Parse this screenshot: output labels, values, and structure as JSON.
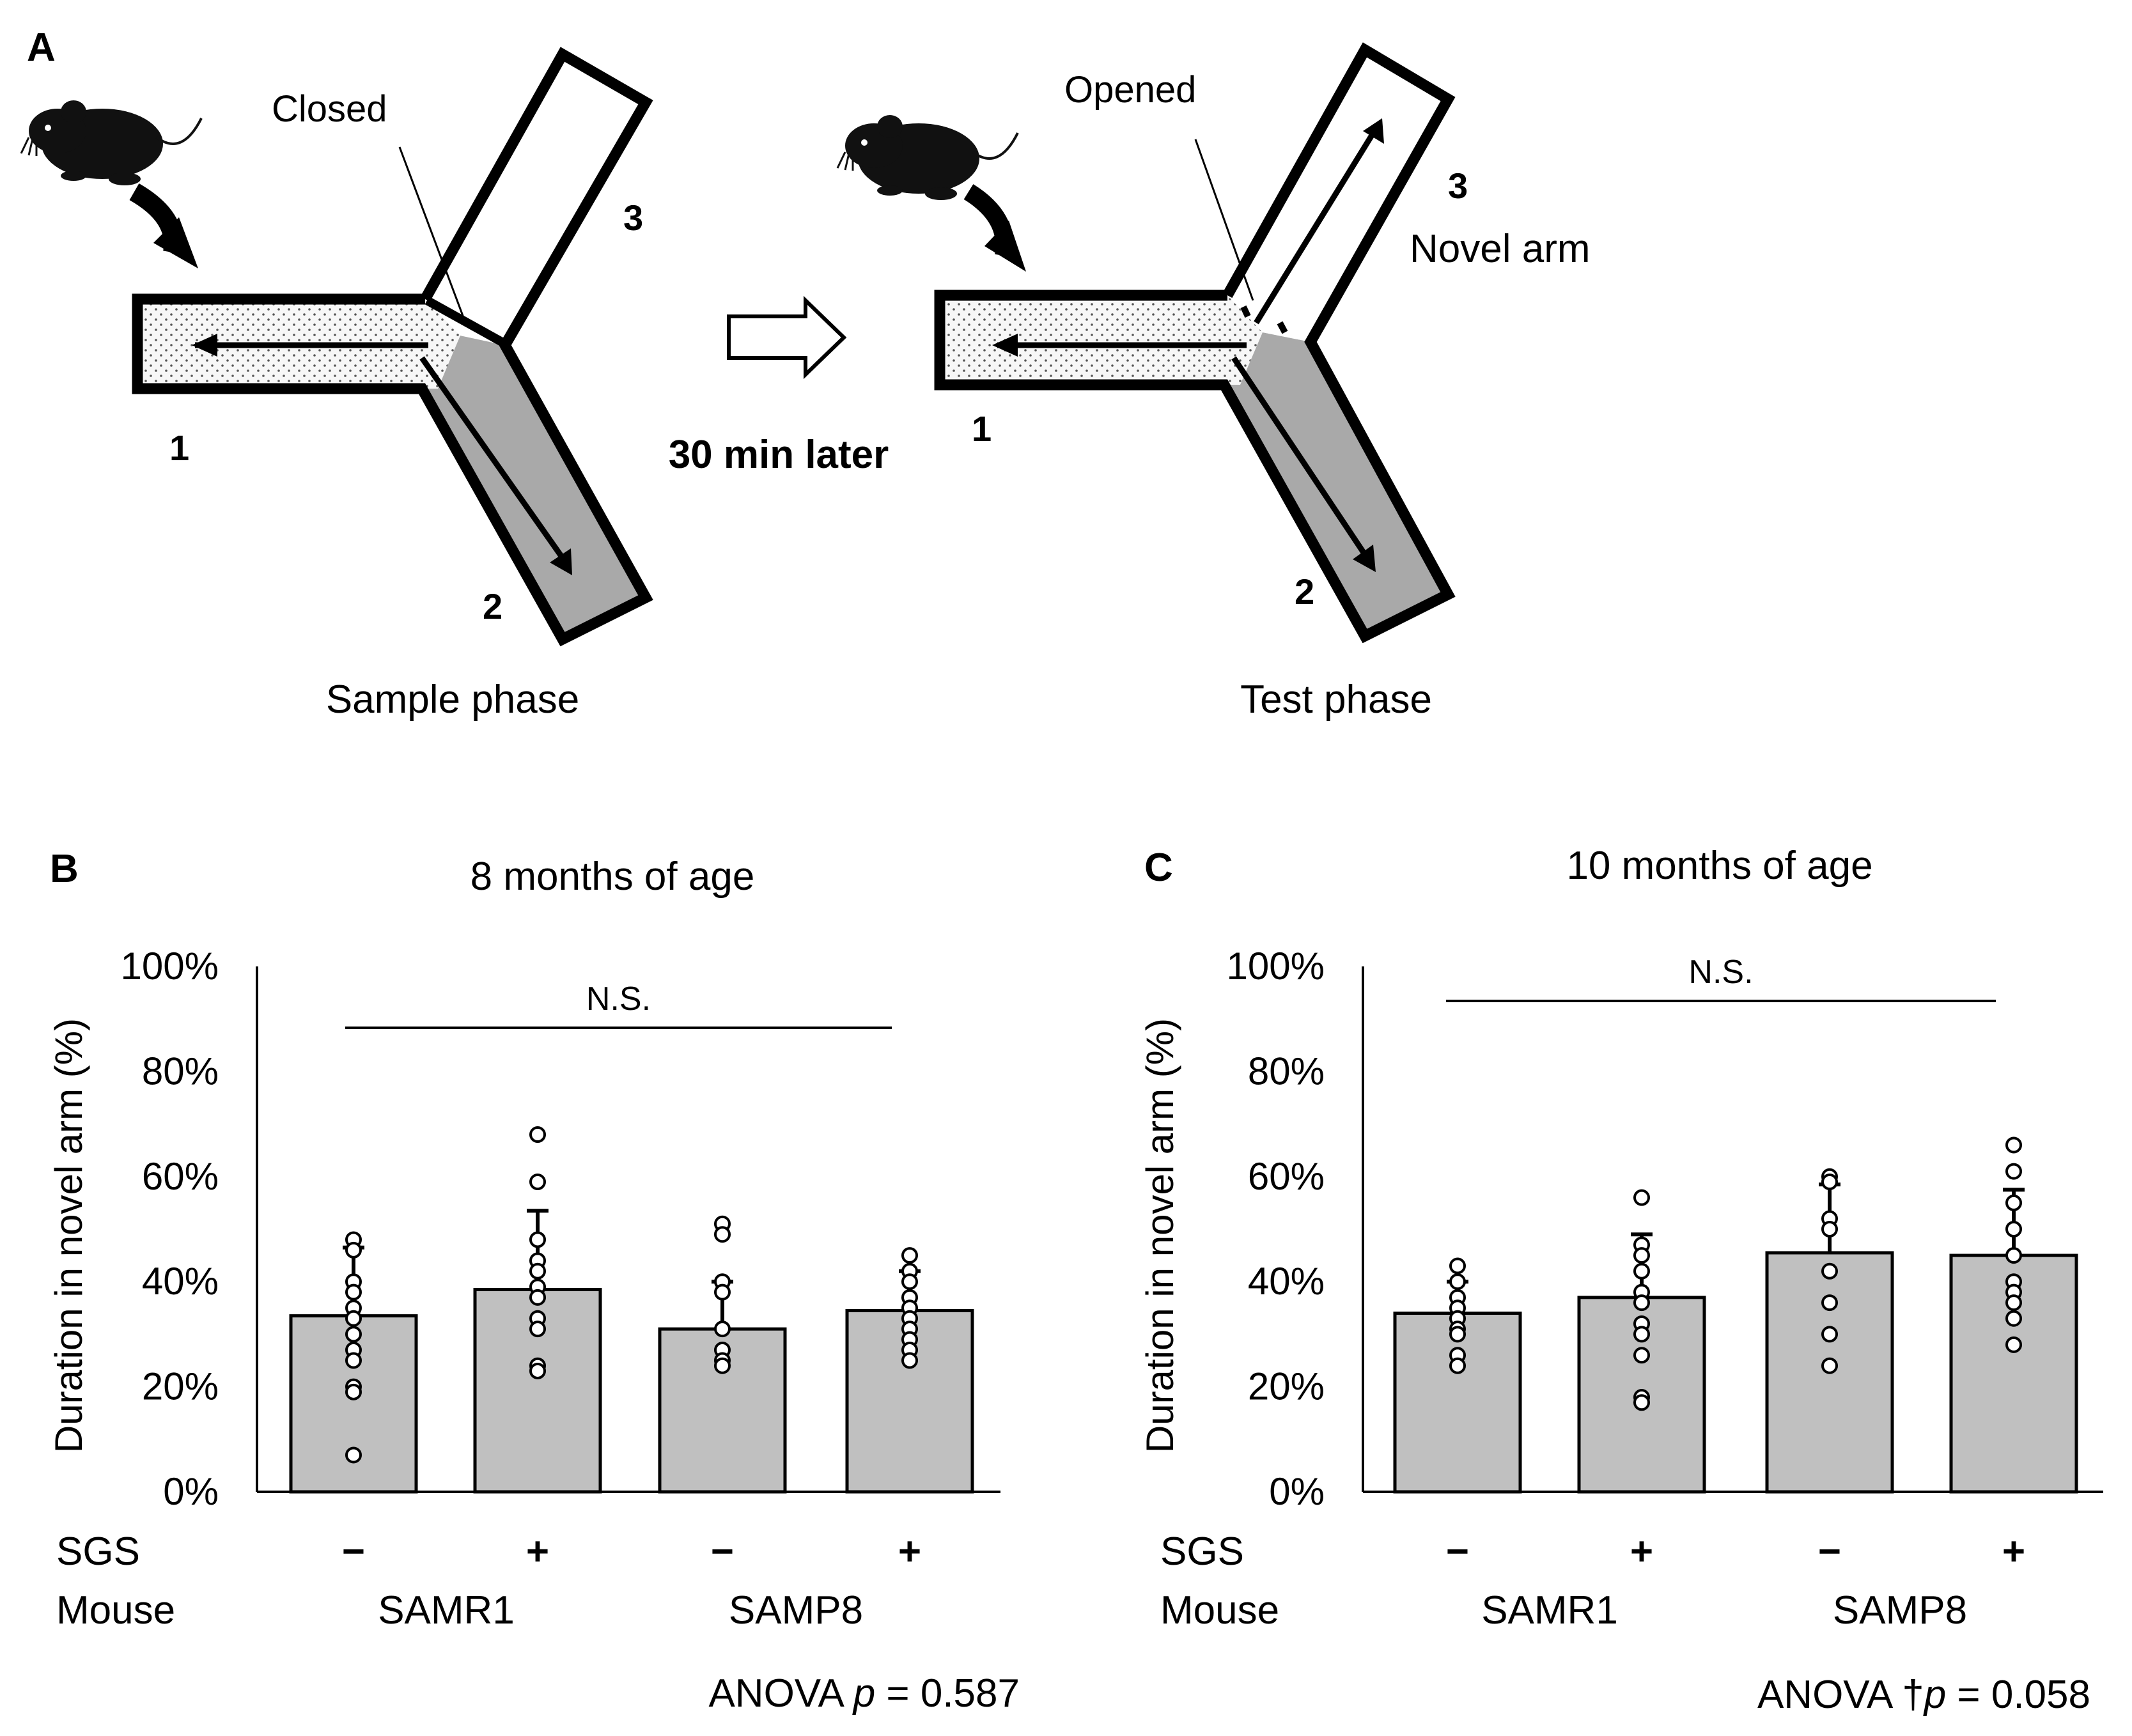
{
  "panel_a": {
    "label": "A",
    "closed_label": "Closed",
    "opened_label": "Opened",
    "delay_label": "30 min later",
    "novel_arm_label": "Novel arm",
    "sample_phase_label": "Sample phase",
    "test_phase_label": "Test phase",
    "arm_numbers": [
      "1",
      "2",
      "3"
    ],
    "colors": {
      "start_arm_fill": "#f4f4f4",
      "other_arm_fill": "#a9a9a9",
      "novel_arm_fill": "#ffffff"
    }
  },
  "panel_b": {
    "label": "B"
  },
  "panel_c": {
    "label": "C"
  },
  "chart_data": [
    {
      "type": "bar",
      "title": "8 months of age",
      "ylabel": "Duration in novel arm (%)",
      "ylim": [
        0,
        100
      ],
      "yticks": [
        "0%",
        "20%",
        "40%",
        "60%",
        "80%",
        "100%"
      ],
      "sgs_row_label": "SGS",
      "mouse_row_label": "Mouse",
      "categories": [
        "−",
        "+",
        "−",
        "+"
      ],
      "groups": [
        "SAMR1",
        "SAMP8"
      ],
      "values": [
        33.5,
        38.5,
        31,
        34.5
      ],
      "errors": [
        13,
        15,
        9,
        7.5
      ],
      "points": [
        [
          48,
          46,
          40,
          38,
          35,
          33,
          30,
          27,
          25,
          20,
          19,
          7
        ],
        [
          68,
          59,
          48,
          44,
          42,
          39,
          37,
          33,
          31,
          24,
          23
        ],
        [
          51,
          49,
          40,
          38,
          31,
          27,
          25,
          24
        ],
        [
          45,
          42,
          40,
          37,
          35,
          33,
          31,
          29,
          27,
          25
        ]
      ],
      "bracket_label": "N.S.",
      "stat_label": "ANOVA ",
      "stat_p": "p",
      "stat_value": " = 0.587",
      "bar_color": "#c0c0c0"
    },
    {
      "type": "bar",
      "title": "10 months of age",
      "ylabel": "Duration in novel arm (%)",
      "ylim": [
        0,
        100
      ],
      "yticks": [
        "0%",
        "20%",
        "40%",
        "60%",
        "80%",
        "100%"
      ],
      "sgs_row_label": "SGS",
      "mouse_row_label": "Mouse",
      "categories": [
        "−",
        "+",
        "−",
        "+"
      ],
      "groups": [
        "SAMR1",
        "SAMP8"
      ],
      "values": [
        34,
        37,
        45.5,
        45
      ],
      "errors": [
        6,
        12,
        13,
        12.5
      ],
      "points": [
        [
          43,
          40,
          37,
          35,
          33,
          31,
          30,
          26,
          24
        ],
        [
          56,
          47,
          45,
          42,
          38,
          36,
          32,
          30,
          26,
          18,
          17
        ],
        [
          60,
          59,
          52,
          50,
          42,
          36,
          30,
          24
        ],
        [
          66,
          61,
          55,
          50,
          45,
          40,
          38,
          36,
          33,
          28
        ]
      ],
      "bracket_label": "N.S.",
      "stat_label": "ANOVA ",
      "stat_dagger": "†",
      "stat_p": "p",
      "stat_value": " = 0.058",
      "bar_color": "#c0c0c0"
    }
  ]
}
